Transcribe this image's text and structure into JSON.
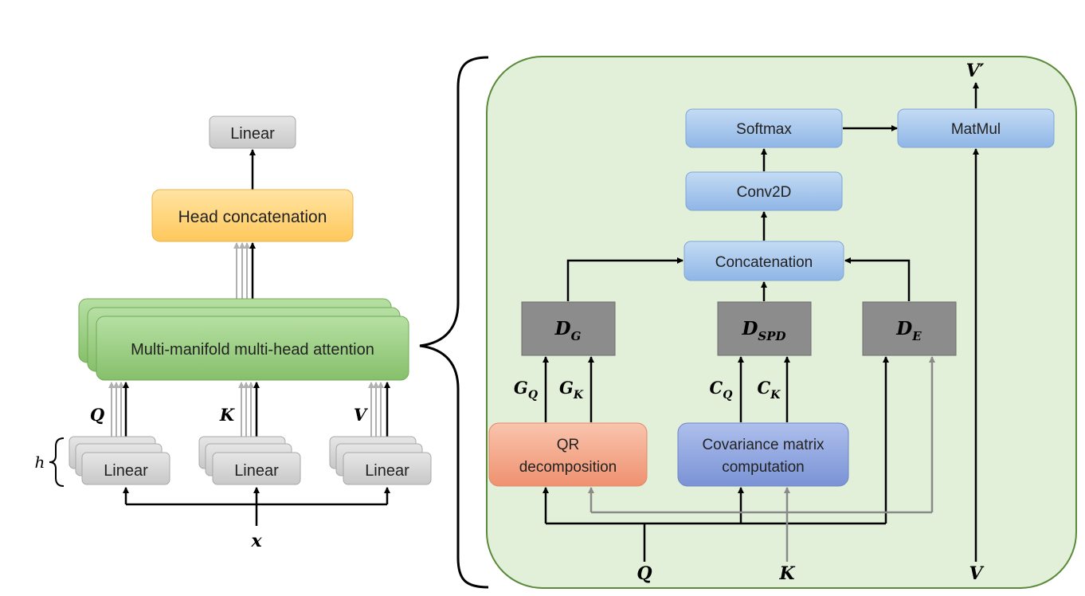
{
  "left": {
    "top_linear": "Linear",
    "head_concat": "Head concatenation",
    "mma": "Multi-manifold multi-head attention",
    "heads_symbol": "h",
    "linear_q": "Linear",
    "linear_k": "Linear",
    "linear_v": "Linear",
    "q": "Q",
    "k": "K",
    "v": "V",
    "x": "x"
  },
  "right": {
    "v_out": "V′",
    "softmax": "Softmax",
    "matmul": "MatMul",
    "conv2d": "Conv2D",
    "concatenation": "Concatenation",
    "dg": {
      "main": "D",
      "sub": "G"
    },
    "dspd": {
      "main": "D",
      "sub": "SPD"
    },
    "de": {
      "main": "D",
      "sub": "E"
    },
    "gq": {
      "main": "G",
      "sub": "Q"
    },
    "gk": {
      "main": "G",
      "sub": "K"
    },
    "cq": {
      "main": "C",
      "sub": "Q"
    },
    "ck": {
      "main": "C",
      "sub": "K"
    },
    "qr_line1": "QR",
    "qr_line2": "decomposition",
    "cov_line1": "Covariance matrix",
    "cov_line2": "computation",
    "q_in": "Q",
    "k_in": "K",
    "v_in": "V"
  },
  "colors": {
    "gray_box": "#d4d4d4",
    "orange_box": "#ffd27a",
    "green_box": "#9fd08a",
    "blue_box": "#a9c8ec",
    "dark_gray_box": "#8c8c8c",
    "salmon_box": "#f4a98a",
    "periwinkle_box": "#8fa5e0",
    "panel_bg": "#e2efd9",
    "panel_border": "#5a8a3a"
  }
}
